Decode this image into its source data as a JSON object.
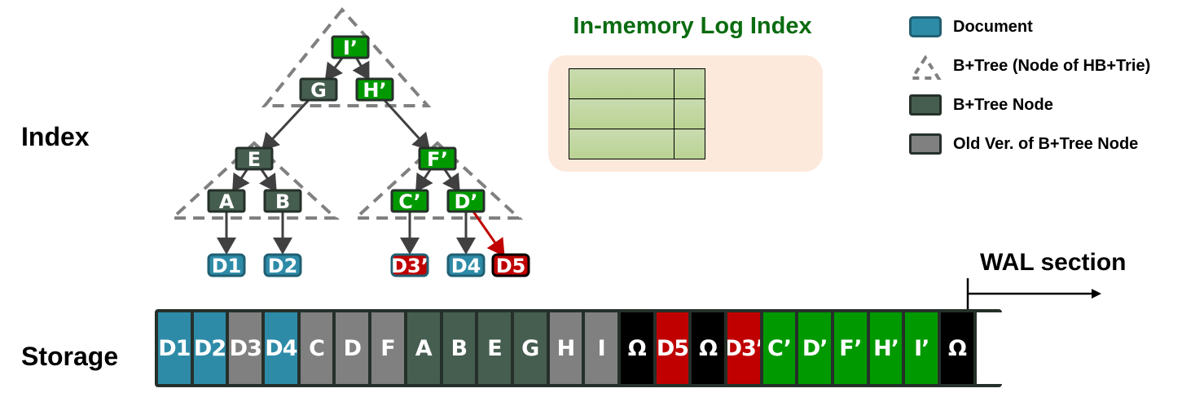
{
  "labels": {
    "index": "Index",
    "storage": "Storage",
    "log_index_title": "In-memory Log Index",
    "wal_section": "WAL section"
  },
  "colors": {
    "document": "#2e8ba8",
    "document_border": "#205f72",
    "btree_node": "#465e4f",
    "old_node": "#808080",
    "new_node": "#009a00",
    "node_border": "#26302a",
    "new_doc": "#c00000",
    "commit_marker": "#000000",
    "log_title": "#0a6b10",
    "log_bg": "#fde9dc",
    "triangle": "#808080",
    "edge": "#404040",
    "new_edge": "#c00000"
  },
  "legend": [
    {
      "icon": "document-swatch",
      "label": "Document"
    },
    {
      "icon": "dashed-triangle",
      "label": "B+Tree (Node of HB+Trie)"
    },
    {
      "icon": "btree-node-swatch",
      "label": "B+Tree Node"
    },
    {
      "icon": "old-node-swatch",
      "label": "Old Ver. of B+Tree Node"
    }
  ],
  "tree": {
    "nodes": [
      {
        "id": "I'",
        "kind": "new"
      },
      {
        "id": "G",
        "kind": "node"
      },
      {
        "id": "H'",
        "kind": "new"
      },
      {
        "id": "E",
        "kind": "node"
      },
      {
        "id": "F'",
        "kind": "new"
      },
      {
        "id": "A",
        "kind": "node"
      },
      {
        "id": "B",
        "kind": "node"
      },
      {
        "id": "C'",
        "kind": "new"
      },
      {
        "id": "D'",
        "kind": "new"
      }
    ],
    "documents": [
      {
        "id": "D1",
        "kind": "doc"
      },
      {
        "id": "D2",
        "kind": "doc"
      },
      {
        "id": "D3'",
        "kind": "updated-doc"
      },
      {
        "id": "D4",
        "kind": "doc"
      },
      {
        "id": "D5",
        "kind": "new-doc"
      }
    ],
    "edges": [
      [
        "I'",
        "G"
      ],
      [
        "I'",
        "H'"
      ],
      [
        "G",
        "E"
      ],
      [
        "H'",
        "F'"
      ],
      [
        "E",
        "A"
      ],
      [
        "E",
        "B"
      ],
      [
        "F'",
        "C'"
      ],
      [
        "F'",
        "D'"
      ],
      [
        "A",
        "D1"
      ],
      [
        "B",
        "D2"
      ],
      [
        "C'",
        "D3'"
      ],
      [
        "D'",
        "D4"
      ],
      [
        "D'",
        "D5",
        "new"
      ]
    ]
  },
  "log_index": {
    "rows": 3,
    "cols": 2
  },
  "storage_cells": [
    {
      "label": "D1",
      "kind": "doc"
    },
    {
      "label": "D2",
      "kind": "doc"
    },
    {
      "label": "D3",
      "kind": "old"
    },
    {
      "label": "D4",
      "kind": "doc"
    },
    {
      "label": "C",
      "kind": "old"
    },
    {
      "label": "D",
      "kind": "old"
    },
    {
      "label": "F",
      "kind": "old"
    },
    {
      "label": "A",
      "kind": "node"
    },
    {
      "label": "B",
      "kind": "node"
    },
    {
      "label": "E",
      "kind": "node"
    },
    {
      "label": "G",
      "kind": "node"
    },
    {
      "label": "H",
      "kind": "old"
    },
    {
      "label": "I",
      "kind": "old"
    },
    {
      "label": "Ω",
      "kind": "commit"
    },
    {
      "label": "D5",
      "kind": "newdoc"
    },
    {
      "label": "Ω",
      "kind": "commit"
    },
    {
      "label": "D3’",
      "kind": "newdoc"
    },
    {
      "label": "C’",
      "kind": "new"
    },
    {
      "label": "D’",
      "kind": "new"
    },
    {
      "label": "F’",
      "kind": "new"
    },
    {
      "label": "H’",
      "kind": "new"
    },
    {
      "label": "I’",
      "kind": "new"
    },
    {
      "label": "Ω",
      "kind": "commit"
    },
    {
      "label": "",
      "kind": "empty"
    }
  ]
}
